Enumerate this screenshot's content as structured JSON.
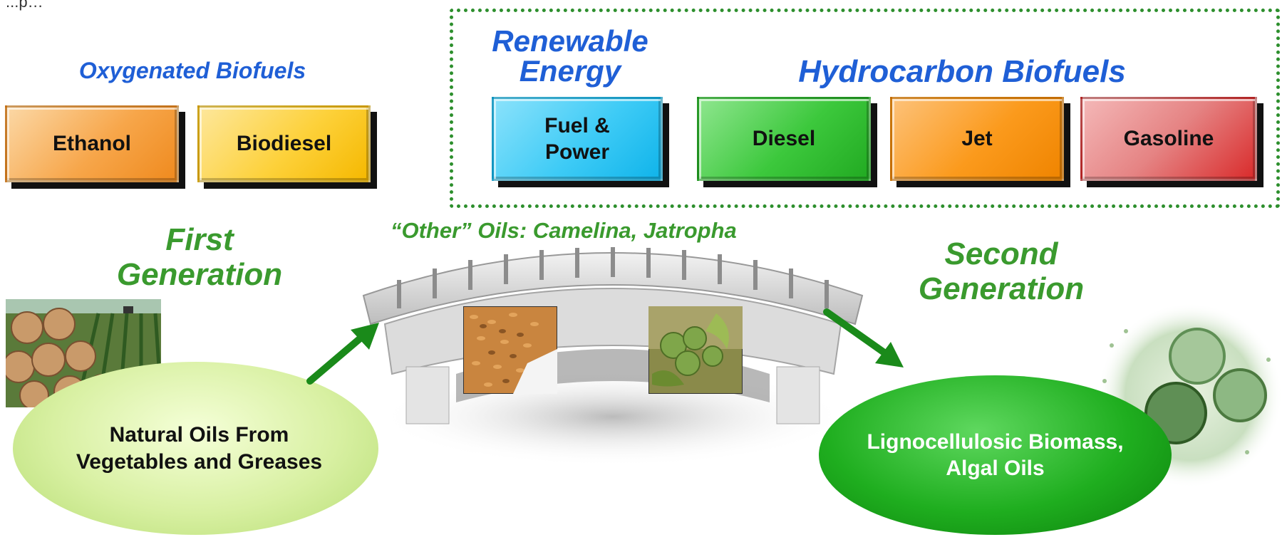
{
  "top_left_text": "...p…",
  "groups": {
    "oxygenated": "Oxygenated Biofuels",
    "renewable": "Renewable Energy",
    "hydrocarbon": "Hydrocarbon Biofuels"
  },
  "boxes": {
    "ethanol": "Ethanol",
    "biodiesel": "Biodiesel",
    "fuel_power_line1": "Fuel &",
    "fuel_power_line2": "Power",
    "diesel": "Diesel",
    "jet": "Jet",
    "gasoline": "Gasoline"
  },
  "generations": {
    "first_line1": "First",
    "first_line2": "Generation",
    "second_line1": "Second",
    "second_line2": "Generation"
  },
  "other_oils": "“Other” Oils: Camelina, Jatropha",
  "sources": {
    "natural_line1": "Natural Oils From",
    "natural_line2": "Vegetables and Greases",
    "ligno_line1": "Lignocellulosic Biomass,",
    "ligno_line2": "Algal Oils"
  },
  "colors": {
    "group_title": "#1f5fd6",
    "generation_title": "#3a9a2e",
    "ethanol": "#f7a64a",
    "biodiesel": "#fdd13a",
    "fuel_power": "#3ecbf6",
    "diesel": "#3cc83c",
    "jet": "#fb9a1c",
    "gasoline": "#e58383",
    "arrow": "#1a8a1a",
    "dotted_border": "#2d8f2d"
  },
  "icons": {
    "soybean_photo": "soybean-field-image",
    "camelina_photo": "camelina-seeds-image",
    "jatropha_photo": "jatropha-fruit-image",
    "bridge": "bridge-image",
    "algae": "algae-diatom-image"
  }
}
